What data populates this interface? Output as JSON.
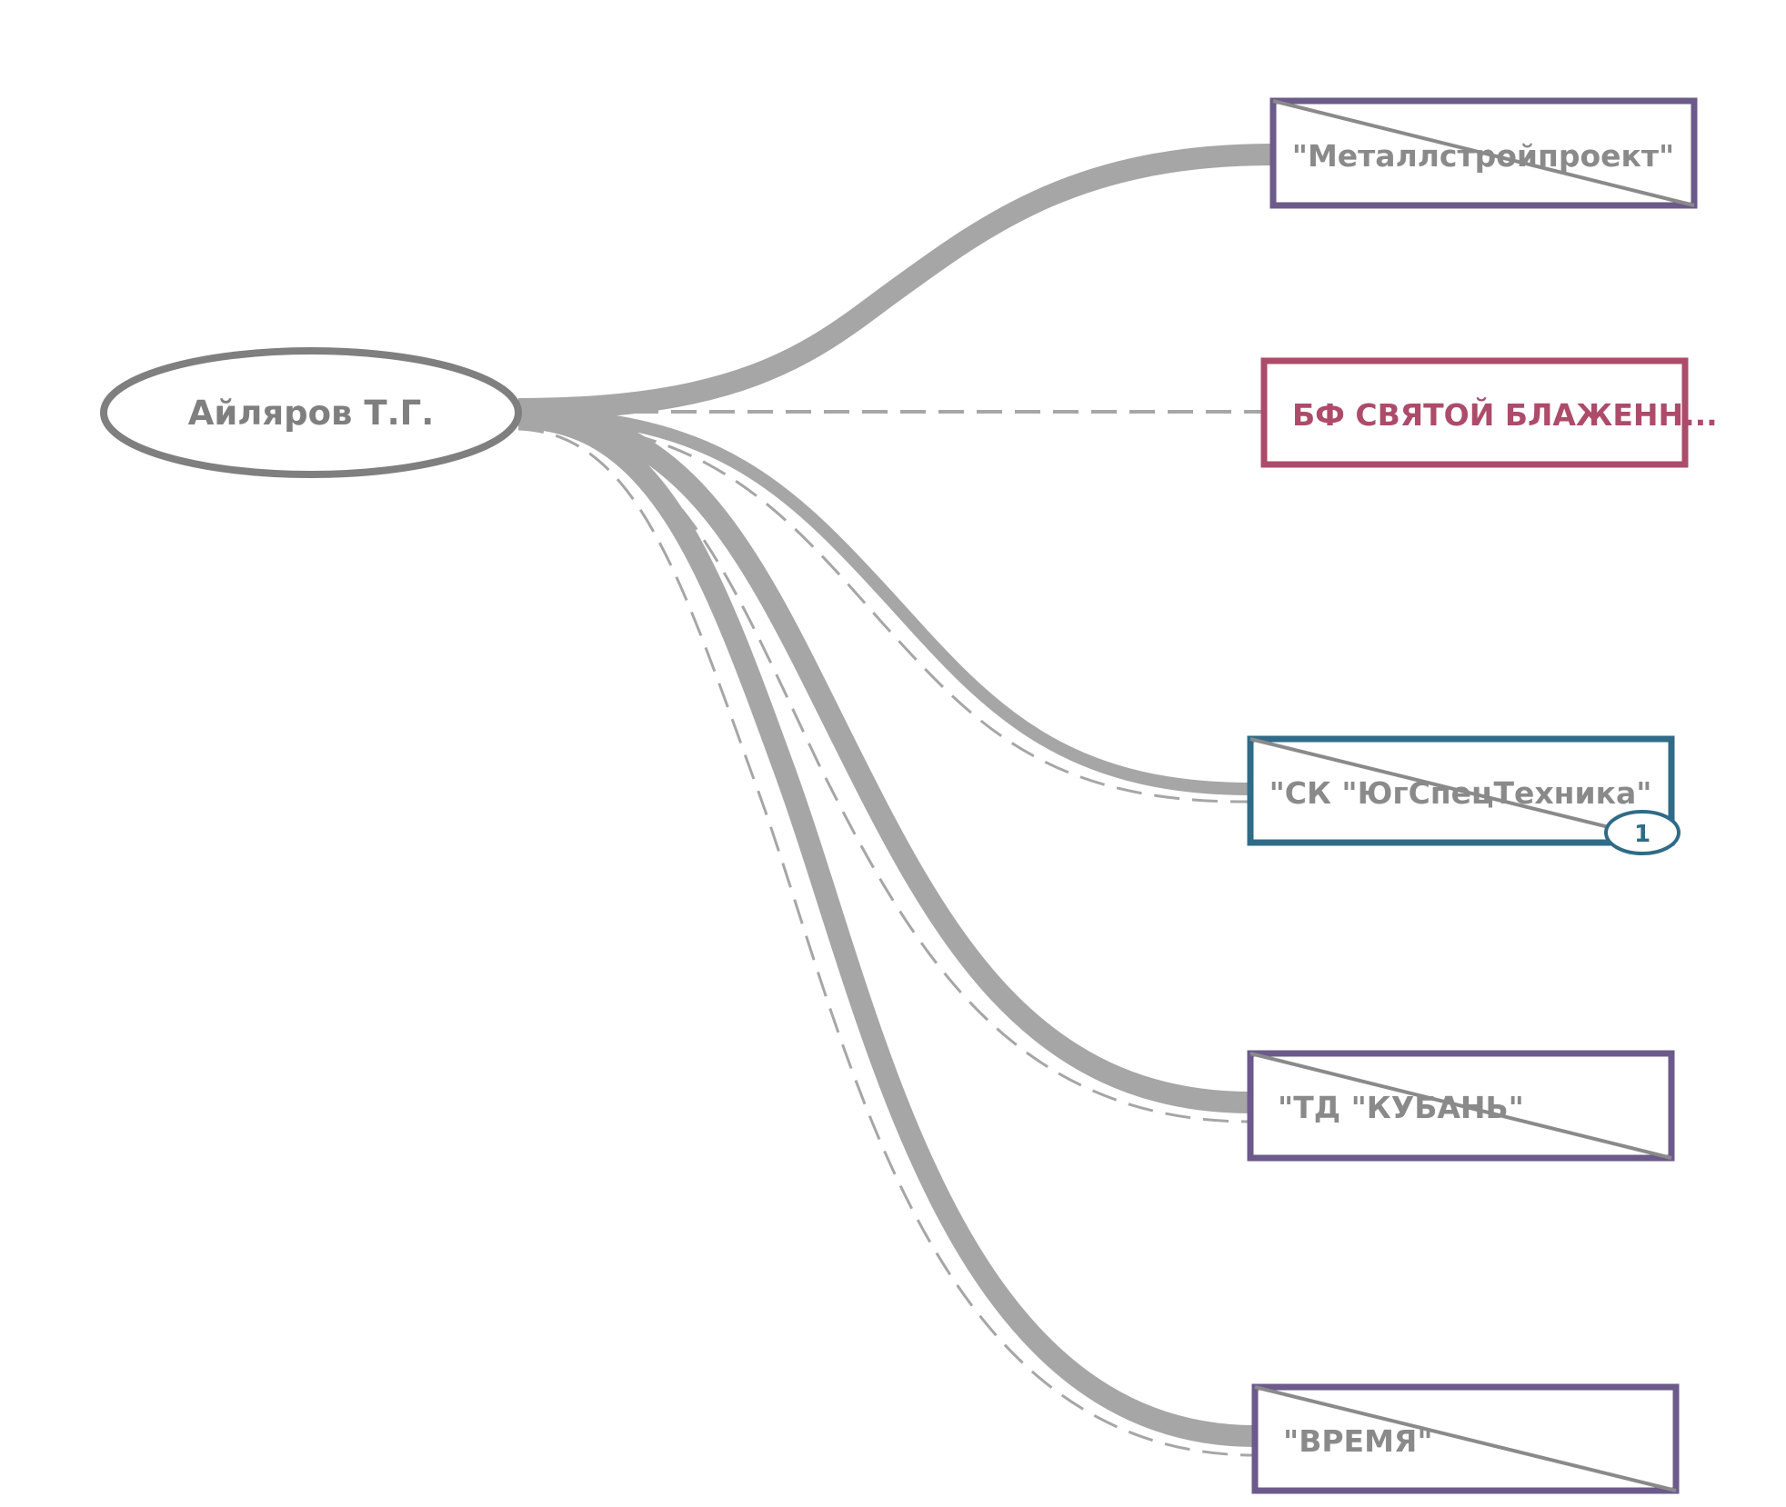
{
  "colors": {
    "person": "#7f7f7f",
    "edge": "#a6a6a6",
    "liquidated": "#6b5a8a",
    "charity": "#ad4b6a",
    "active": "#2f6b87",
    "cross_line": "#8a8a8a"
  },
  "person": {
    "label": "Айляров Т.Г."
  },
  "companies": [
    {
      "id": "metall",
      "label": "\"Металлстройпроект\"",
      "status": "liquidated",
      "badge": ""
    },
    {
      "id": "bf",
      "label": "БФ СВЯТОЙ БЛАЖЕНН...",
      "status": "charity",
      "badge": ""
    },
    {
      "id": "sk",
      "label": "\"СК \"ЮгСпецТехника\"",
      "status": "active",
      "badge": "1"
    },
    {
      "id": "td",
      "label": "\"ТД \"КУБАНЬ\"",
      "status": "liquidated",
      "badge": ""
    },
    {
      "id": "vremya",
      "label": "\"ВРЕМЯ\"",
      "status": "liquidated",
      "badge": ""
    }
  ]
}
